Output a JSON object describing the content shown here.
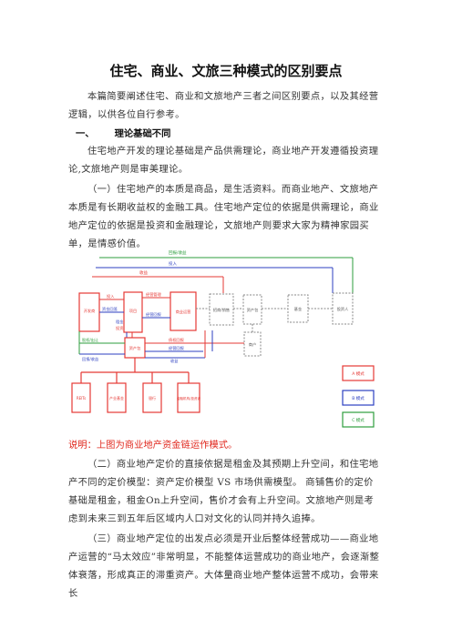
{
  "document": {
    "title": "住宅、商业、文旅三种模式的区别要点",
    "intro": "本篇简要阐述住宅、商业和文旅地产三者之间区别要点，以及其经营逻辑，以供各位自行参考。",
    "section1_number": "一、",
    "section1_title": "理论基础不同",
    "para1": "住宅地产开发的理论基础是产品供需理论，商业地产开发遵循投资理论,文旅地产则是审美理论。",
    "para2": "（一）住宅地产的本质是商品，是生活资料。而商业地产、文旅地产本质是有长期收益权的金融工具。住宅地产定位的依据是供需理论，商业地产定位的依据是投资和金融理论，文旅地产则要求大家为精神家园买单，是情感价值。",
    "caption": "说明：上图为商业地产资金链运作模式。",
    "para3": "（二）商业地产定价的直接依据是租金及其预期上升空间，和住宅地产不同的定价模型：资产定价模型 VS 市场供需模型。 商铺售价的定价基础是租金，租金On上升空间，售价才会有上升空间。文旅地产则是考虑到未来三到五年后区域内人口对文化的认同并持久追捧。",
    "para4": "（三）商业地产定位的出发点必须是开业后整体经营成功——商业地产运营的“马太效应”非常明显，不能整体运营成功的商业地产，会逐渐整体衰落，形成真正的滞重资产。大体量商业地产整体运营不成功，会带来长"
  },
  "diagram": {
    "label_top": "回报/收益",
    "label_investment": "投入",
    "label_revenue": "收益",
    "box_operator": "开发商",
    "label_invest_small": "投入",
    "label_fund_return": "资金回笼",
    "box_project": "项目",
    "label_business_mgmt": "经营管理",
    "label_business_return": "经营回报",
    "box_business": "商业运营",
    "box_sales": "招商/销售",
    "label_rent": "租金",
    "label_invest_b": "投资",
    "box_asset": "资产包",
    "label_bond": "债权回报",
    "box_merchant": "商户",
    "label_lease": "经营回报",
    "box_fund": "基金",
    "box_trust": "投资人",
    "label_equity": "回报/收益",
    "label_rent2": "收益",
    "label_sale": "股权/出让",
    "box_bottom1": "REITs",
    "box_bottom2": "产业基金",
    "box_bottom3": "银行",
    "box_bottom4": "金融机构/投资者",
    "legend_a": "A 模式",
    "legend_b": "B 模式",
    "legend_c": "C 模式",
    "colors": {
      "red": "#e53935",
      "green": "#2e9e3e",
      "blue": "#2c3fc0",
      "gray": "#888888"
    }
  }
}
